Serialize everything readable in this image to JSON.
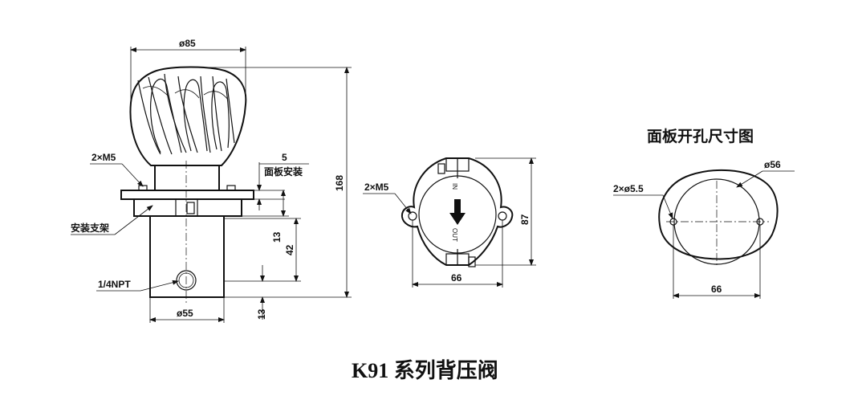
{
  "title": "K91 系列背压阀",
  "side_view": {
    "dim_knob": "ø85",
    "dim_height": "168",
    "dim_panel": "5",
    "panel_mount": "面板安装",
    "dim_13a": "13",
    "dim_42": "42",
    "dim_13b": "13",
    "dim_body": "ø55",
    "bolt_callout": "2×M5",
    "bracket": "安装支架",
    "npt": "1/4NPT"
  },
  "bracket_view": {
    "bolt_callout": "2×M5",
    "dim_height": "87",
    "dim_width": "66",
    "in": "IN",
    "out": "OUT"
  },
  "panel_cutout": {
    "heading": "面板开孔尺寸图",
    "dim_cutout": "ø56",
    "dim_holes": "2×ø5.5",
    "dim_spacing": "66"
  }
}
